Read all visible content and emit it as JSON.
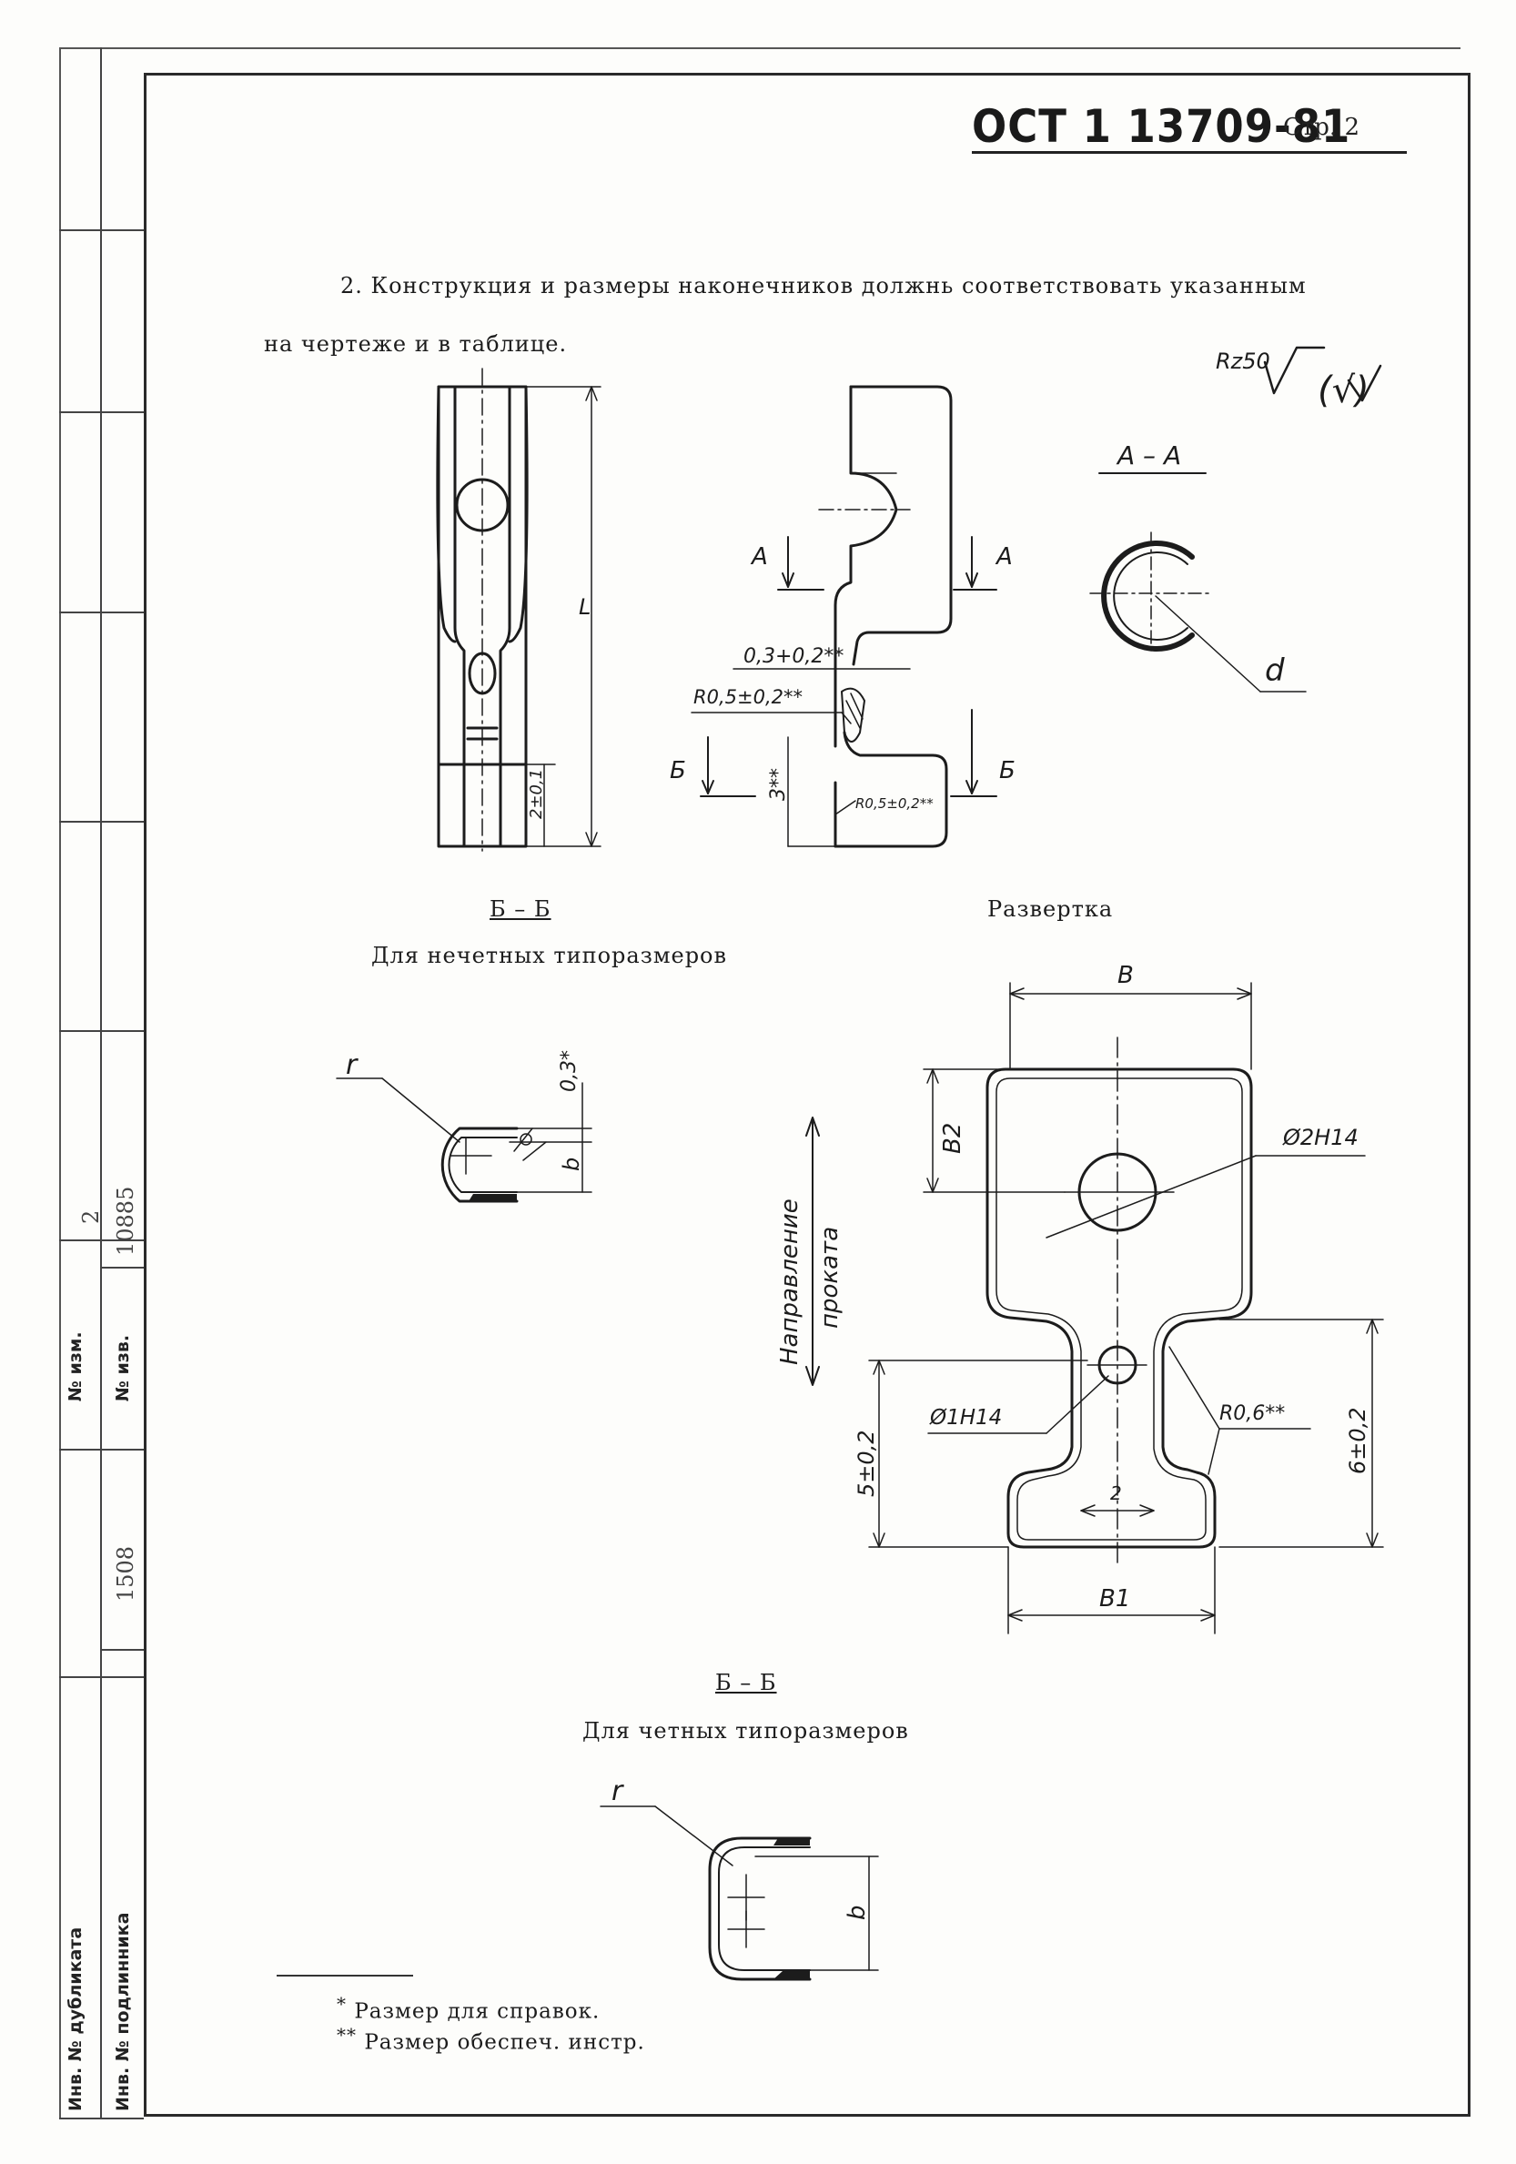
{
  "header": {
    "standard": "ОСТ 1 13709-81",
    "page": "Стр. 2"
  },
  "body": {
    "paragraph_line1": "2. Конструкция и размеры наконечников должнь соответствовать указанным",
    "paragraph_line2": "на чертеже и в таблице."
  },
  "drawing": {
    "roughness": "Rz50",
    "roughness_general": "(√)",
    "section_aa": "А – А",
    "label_a": "А",
    "label_b": "Б",
    "dim_L": "L",
    "dim_d": "d",
    "dim_2_01": "2±0,1",
    "dim_03": "0,3+0,2**",
    "dim_r05": "R0,5±0,2**",
    "dim_3": "3**",
    "dim_r05b": "R0,5±0,2**",
    "section_bb_odd": "Б – Б",
    "odd_caption": "Для нечетных типоразмеров",
    "dim_r": "r",
    "dim_b": "b",
    "dim_03star": "0,3*",
    "development": "Развертка",
    "dim_B": "B",
    "dim_B2": "B2",
    "dim_d2": "Ø2H14",
    "rolling_dir_1": "Направление",
    "rolling_dir_2": "проката",
    "dim_d1": "Ø1H14",
    "dim_r06": "R0,6**",
    "dim_5": "5±0,2",
    "dim_6": "6±0,2",
    "dim_2": "2",
    "dim_B1": "B1",
    "section_bb_even": "Б – Б",
    "even_caption": "Для четных типоразмеров"
  },
  "footnotes": {
    "ref_mark": "*",
    "ref_text": "Размер для справок.",
    "tool_mark": "**",
    "tool_text": "Размер обеспеч. инстр."
  },
  "side_strip": {
    "change_no_label": "№ изм.",
    "change_no_value": "2",
    "notice_no_label": "№ изв.",
    "notice_no_value": "10885",
    "inv_value": "1508",
    "dup_label": "Инв. № дубликата",
    "orig_label": "Инв. № подлинника"
  }
}
